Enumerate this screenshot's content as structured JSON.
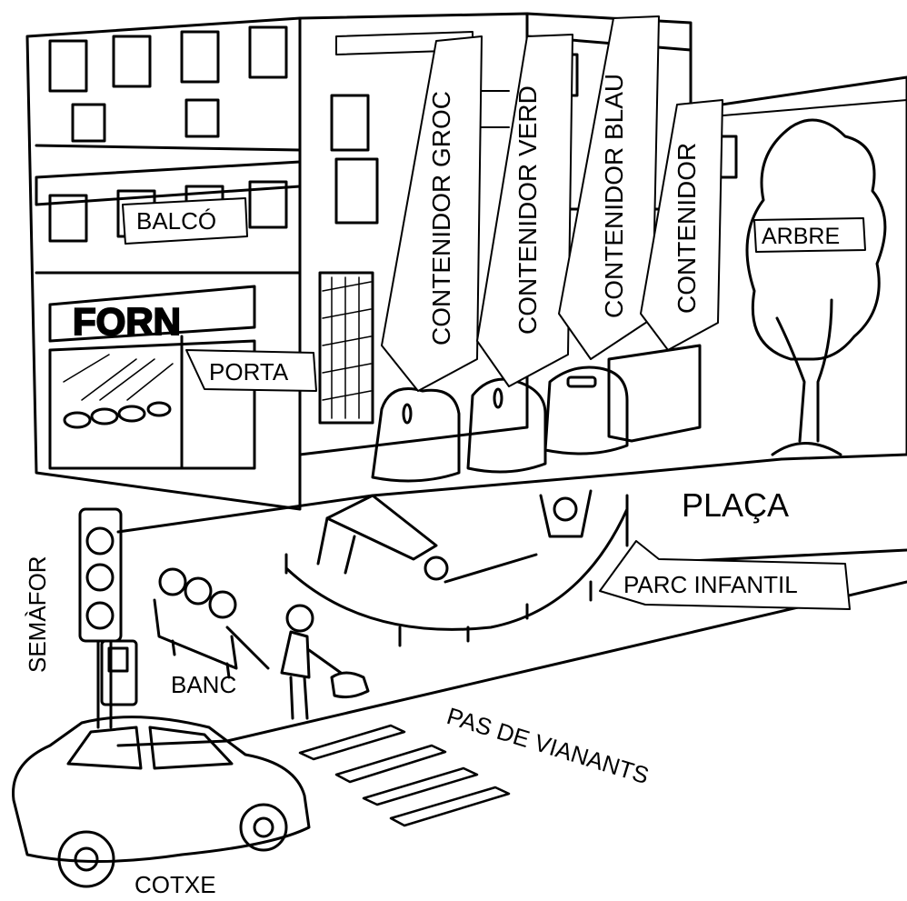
{
  "labels": {
    "balco": "BALCÓ",
    "forn": "FORN",
    "porta": "PORTA",
    "contenidor_groc": "CONTENIDOR GROC",
    "contenidor_verd": "CONTENIDOR VERD",
    "contenidor_blau": "CONTENIDOR BLAU",
    "contenidor": "CONTENIDOR",
    "arbre": "ARBRE",
    "placa": "PLAÇA",
    "parc_infantil": "PARC INFANTIL",
    "semafor": "SEMÀFOR",
    "banc": "BANC",
    "pas_de_vianants": "PAS DE VIANANTS",
    "cotxe": "COTXE"
  }
}
